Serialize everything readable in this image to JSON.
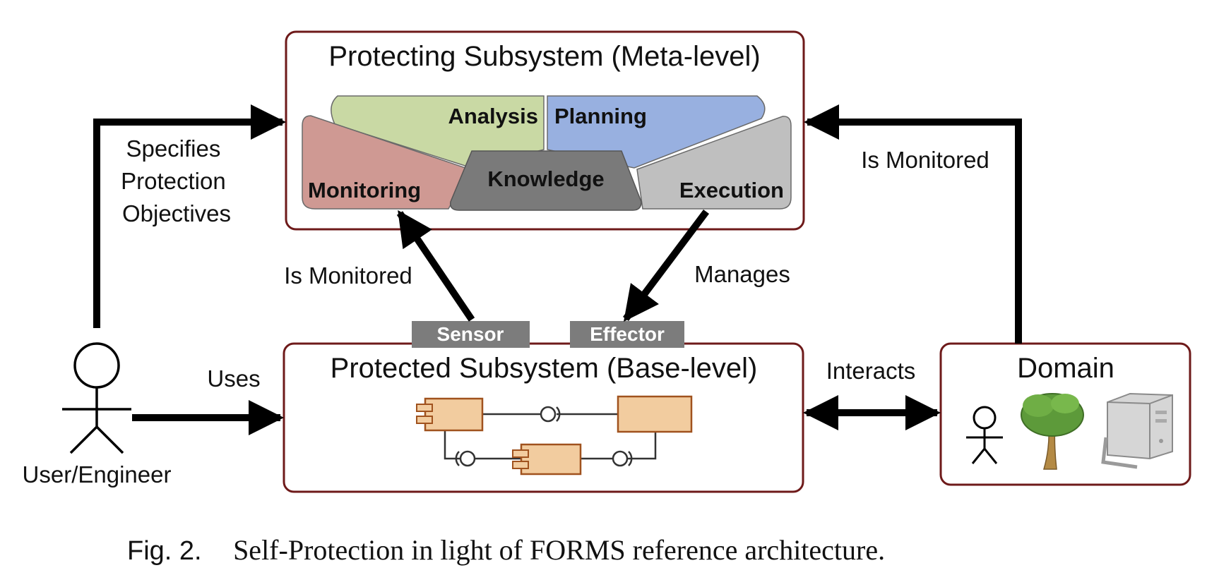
{
  "protecting": {
    "title": "Protecting Subsystem (Meta-level)",
    "analysis": "Analysis",
    "planning": "Planning",
    "monitoring": "Monitoring",
    "knowledge": "Knowledge",
    "execution": "Execution"
  },
  "protected": {
    "title": "Protected Subsystem (Base-level)",
    "sensor": "Sensor",
    "effector": "Effector"
  },
  "domain": {
    "title": "Domain"
  },
  "actor": {
    "label": "User/Engineer"
  },
  "labels": {
    "specifies": [
      "Specifies",
      "Protection",
      "Objectives"
    ],
    "is_monitored_right": "Is Monitored",
    "is_monitored_left": "Is Monitored",
    "manages": "Manages",
    "uses": "Uses",
    "interacts": "Interacts"
  },
  "caption": {
    "fig": "Fig. 2.",
    "text": "Self-Protection in light of FORMS reference architecture."
  },
  "colors": {
    "box_border": "#6e1a1a",
    "analysis": "#c9d9a4",
    "planning": "#98b0e0",
    "monitoring": "#cf9993",
    "knowledge": "#7a7a7a",
    "execution": "#bfbfbf",
    "component": "#f2cc9f",
    "component_border": "#a0521e",
    "tag": "#7c7c7c"
  }
}
